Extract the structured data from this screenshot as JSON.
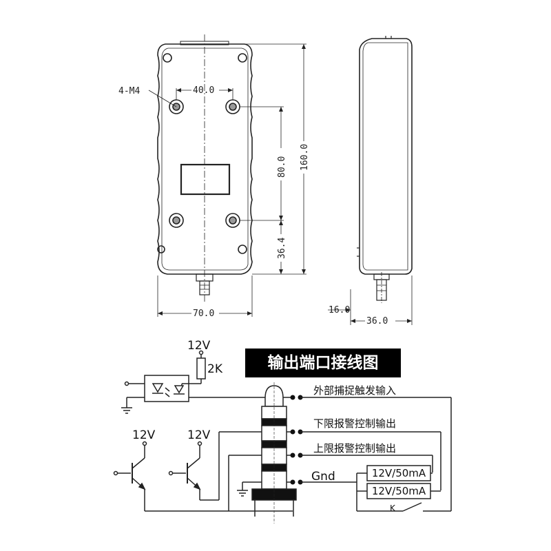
{
  "dimensions": {
    "hole_spec": "4-M4",
    "hole_spacing": "40.0",
    "hole_pitch_v": "80.0",
    "overall_length": "160.0",
    "bottom_offset": "36.4",
    "width": "70.0",
    "side_pin": "16.0",
    "side_depth": "36.0"
  },
  "wiring": {
    "title": "输出端口接线图",
    "supply_top": "12V",
    "resistor": "2K",
    "supply_left": "12V",
    "supply_right": "12V",
    "pin1_label": "外部捕捉触发输入",
    "pin2_label": "下限报警控制输出",
    "pin3_label": "上限报警控制输出",
    "gnd_label": "Gnd",
    "load1": "12V/50mA",
    "load2": "12V/50mA",
    "switch_label": "K"
  }
}
